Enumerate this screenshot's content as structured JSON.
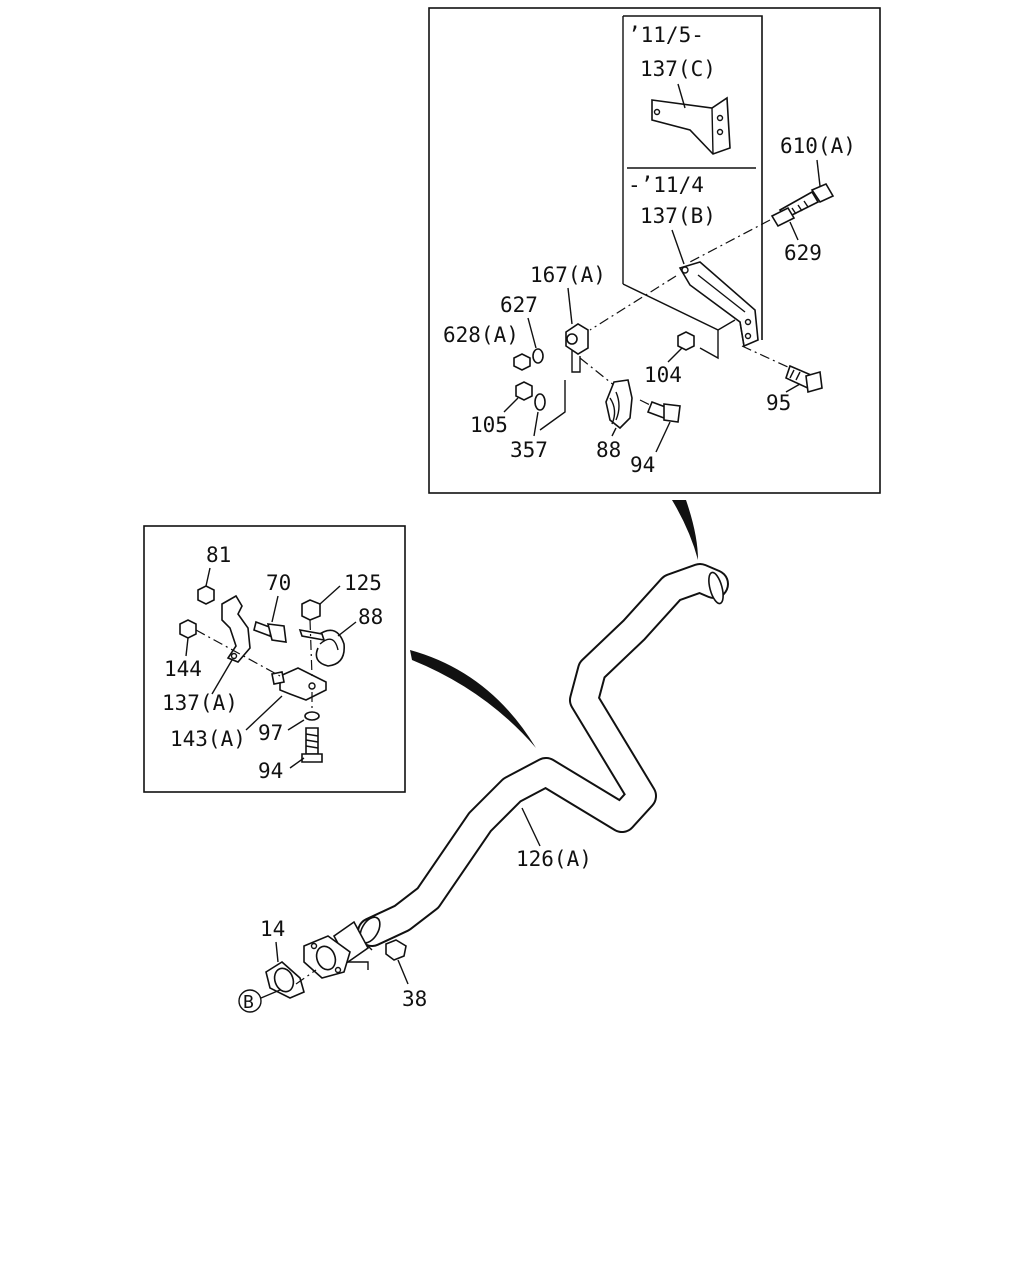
{
  "detail_b": {
    "variant_new": "’11/5-",
    "variant_old": "-’11/4",
    "labels": {
      "p137c": "137(C)",
      "p137b": "137(B)",
      "p610a": "610(A)",
      "p629": "629",
      "p167a": "167(A)",
      "p627": "627",
      "p628a": "628(A)",
      "p104": "104",
      "p95": "95",
      "p105": "105",
      "p357": "357",
      "p88": "88",
      "p94": "94"
    }
  },
  "detail_a": {
    "labels": {
      "p81": "81",
      "p70": "70",
      "p125": "125",
      "p88": "88",
      "p144": "144",
      "p137a": "137(A)",
      "p143a": "143(A)",
      "p97": "97",
      "p94": "94"
    }
  },
  "main": {
    "labels": {
      "p126a": "126(A)",
      "p14": "14",
      "p38": "38",
      "ref_b": "B"
    }
  }
}
